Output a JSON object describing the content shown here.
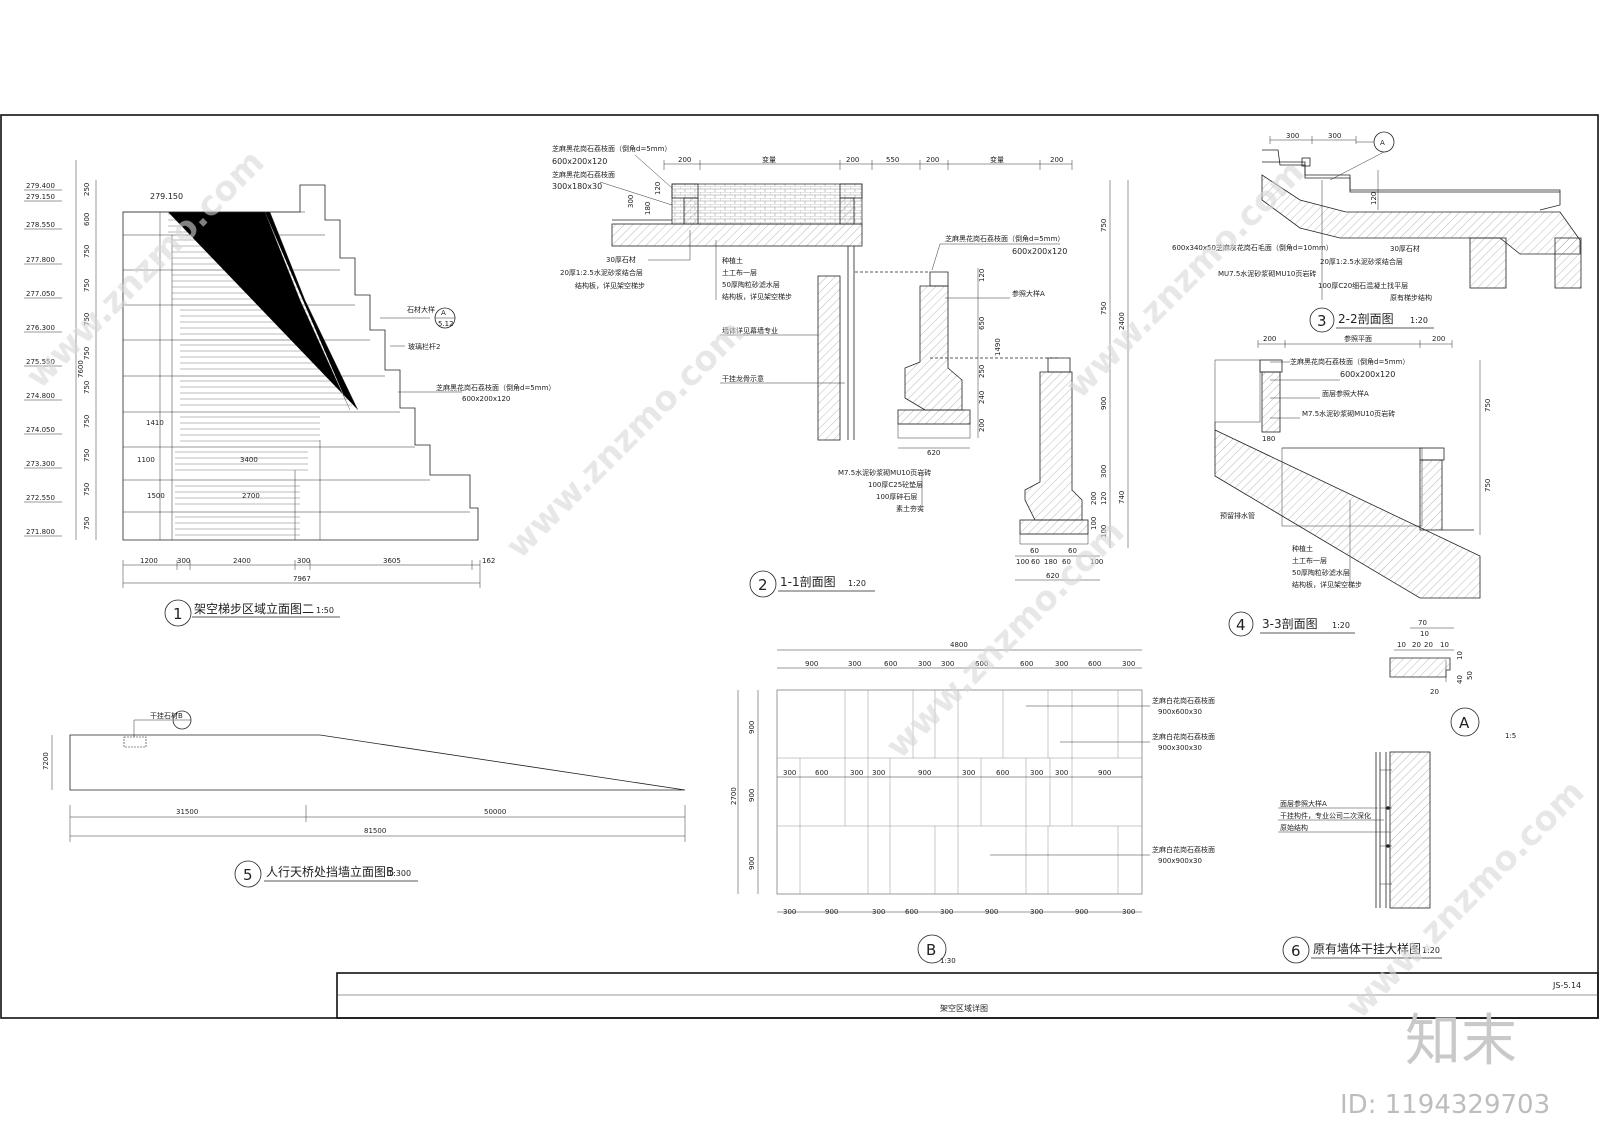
{
  "sheet": {
    "code": "JS-5.14",
    "drawing_title": "架空区域详图",
    "watermark": {
      "site": "www.znzmo.com",
      "logo": "知末",
      "id": "ID: 1194329703"
    }
  },
  "view1": {
    "num": "1",
    "title": "架空梯步区域立面图二",
    "scale": "1:50",
    "elevations": [
      "279.400",
      "279.150",
      "278.550",
      "277.800",
      "277.050",
      "276.300",
      "275.550",
      "274.800",
      "274.050",
      "273.300",
      "272.550",
      "271.800"
    ],
    "top_label": "279.150",
    "left_dims": [
      "250",
      "600",
      "750",
      "750",
      "750",
      "750",
      "750",
      "750",
      "750",
      "750",
      "750"
    ],
    "total_height": "7600",
    "bottom_dims": [
      "1200",
      "300",
      "2400",
      "300",
      "3605",
      "162"
    ],
    "total_width": "7967",
    "inner_dims": [
      "1410",
      "1100",
      "3400",
      "1500",
      "2700"
    ],
    "callout_ref": {
      "letter": "A",
      "sheet": "5.12",
      "label": "石材大样"
    },
    "note_railing": "玻璃栏杆2",
    "note_stone": "芝麻黑花岗石荔枝面（倒角d=5mm）",
    "note_stone_size": "600x200x120"
  },
  "view2": {
    "num": "2",
    "title": "1-1剖面图",
    "scale": "1:20",
    "top_dims": [
      "200",
      "变量",
      "200",
      "550",
      "200",
      "变量",
      "200"
    ],
    "notes_left": [
      "芝麻黑花岗石荔枝面（倒角d=5mm）",
      "600x200x120",
      "芝麻黑花岗石荔枝面",
      "300x180x30",
      "30厚石材",
      "20厚1:2.5水泥砂浆结合层",
      "结构板，详见架空梯步"
    ],
    "notes_mid": [
      "种植土",
      "土工布一层",
      "50厚陶粒砂滤水层",
      "结构板，详见架空梯步",
      "墙体详见幕墙专业",
      "干挂龙骨示意"
    ],
    "notes_right": [
      "芝麻黑花岗石荔枝面（倒角d=5mm）",
      "600x200x120",
      "参照大样A"
    ],
    "notes_base": [
      "M7.5水泥砂浆砌MU10页岩砖",
      "100厚C25砼垫层",
      "100厚碎石层",
      "素土夯实"
    ],
    "vert_dims_a": [
      "120",
      "650",
      "1490",
      "250",
      "240",
      "200"
    ],
    "vert_dims_b": [
      "750",
      "750",
      "2400",
      "900",
      "300",
      "740",
      "200",
      "120",
      "100",
      "100"
    ],
    "base_dims_a": [
      "620"
    ],
    "base_dims_b": [
      "60",
      "60",
      "100",
      "60",
      "180",
      "60",
      "100",
      "620"
    ],
    "small_dims": [
      "300",
      "180",
      "120"
    ]
  },
  "view3": {
    "num": "3",
    "title": "2-2剖面图",
    "scale": "1:20",
    "top_dims": [
      "300",
      "300"
    ],
    "callout": "A",
    "notes": [
      "600x340x50芝麻灰花岗石毛面（倒角d=10mm）",
      "30厚石材",
      "20厚1:2.5水泥砂浆结合层",
      "MU7.5水泥砂浆砌MU10页岩砖",
      "100厚C20细石混凝土找平层",
      "原有梯步结构"
    ]
  },
  "view4": {
    "num": "4",
    "title": "3-3剖面图",
    "scale": "1:20",
    "top_dims": [
      "200",
      "参照平面",
      "200"
    ],
    "side_dims": [
      "750",
      "750",
      "180"
    ],
    "notes": [
      "芝麻黑花岗石荔枝面（倒角d=5mm）",
      "600x200x120",
      "面层参照大样A",
      "M7.5水泥砂浆砌MU10页岩砖",
      "预留排水管",
      "种植土",
      "土工布一层",
      "50厚陶粒砂滤水层",
      "结构板，详见架空梯步"
    ]
  },
  "view5": {
    "num": "5",
    "title": "人行天桥处挡墙立面图B",
    "scale": "1:300",
    "height": "7200",
    "dims": [
      "31500",
      "50000"
    ],
    "total": "81500",
    "callout": "B",
    "callout_label": "干挂石材"
  },
  "viewA": {
    "label": "A",
    "scale": "1:5",
    "dims_top": [
      "70",
      "10",
      "10",
      "20",
      "20",
      "10"
    ],
    "dims_side": [
      "10",
      "40",
      "50"
    ],
    "dim_bottom": "20"
  },
  "viewB": {
    "label": "B",
    "scale": "1:30",
    "total_width": "4800",
    "row1": [
      "900",
      "300",
      "600",
      "300",
      "300",
      "600",
      "600",
      "300",
      "600",
      "300"
    ],
    "row2": [
      "300",
      "600",
      "300",
      "300",
      "900",
      "300",
      "600",
      "300",
      "300",
      "900"
    ],
    "row3": [
      "300",
      "900",
      "300",
      "600",
      "300",
      "900",
      "300",
      "900",
      "300"
    ],
    "left_dims": [
      "900",
      "900",
      "900"
    ],
    "total_height": "2700",
    "notes": [
      "芝麻白花岗石荔枝面",
      "900x600x30",
      "芝麻白花岗石荔枝面",
      "900x300x30",
      "芝麻白花岗石荔枝面",
      "900x900x30"
    ]
  },
  "view6": {
    "num": "6",
    "title": "原有墙体干挂大样图",
    "scale": "1:20",
    "notes": [
      "面层参照大样A",
      "干挂构件，专业公司二次深化",
      "原始结构"
    ]
  }
}
